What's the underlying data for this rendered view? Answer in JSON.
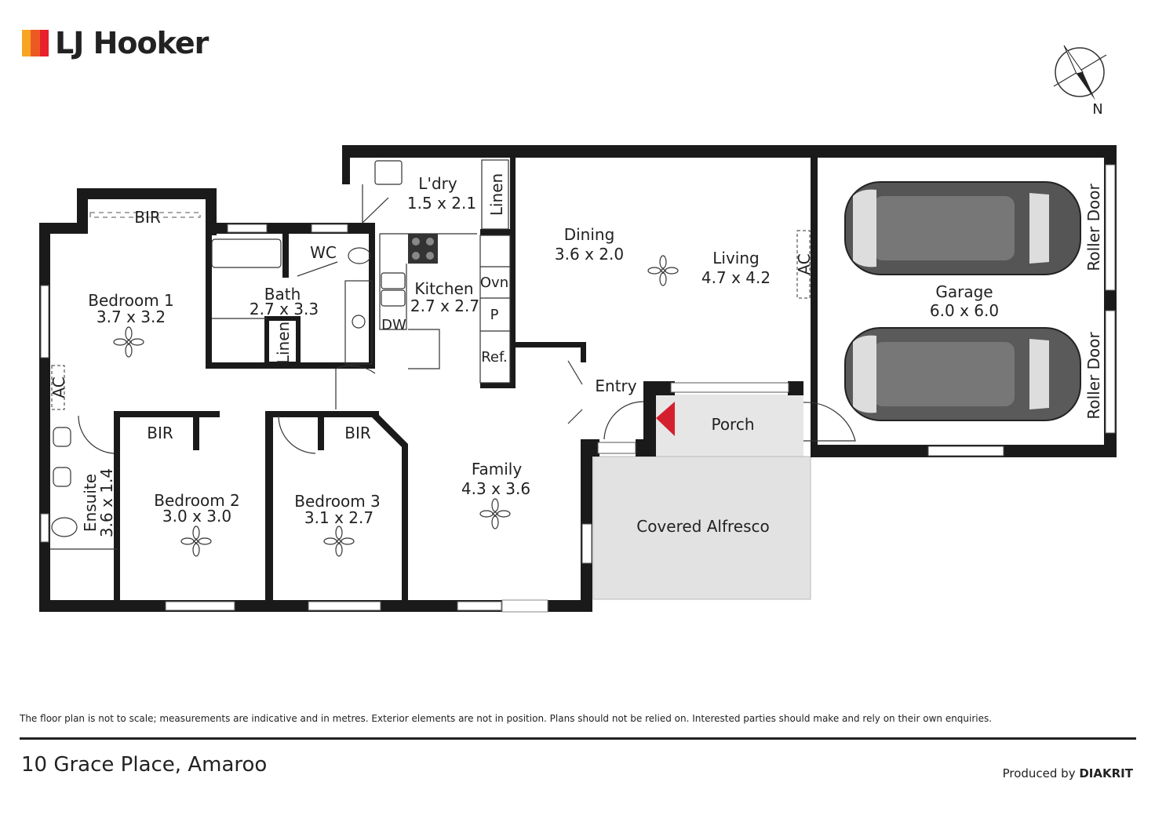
{
  "brand": {
    "name": "LJ Hooker",
    "logo_colors": [
      "#f7a520",
      "#ec5a24",
      "#e8212c"
    ]
  },
  "compass": {
    "label": "N"
  },
  "rooms": {
    "bedroom1": {
      "name": "Bedroom 1",
      "size": "3.7 x 3.2"
    },
    "bir1": {
      "name": "BIR"
    },
    "bath": {
      "name": "Bath",
      "size": "2.7 x 3.3"
    },
    "wc": {
      "name": "WC"
    },
    "linen_bath": {
      "name": "Linen"
    },
    "laundry": {
      "name": "L'dry",
      "size": "1.5 x 2.1"
    },
    "linen_laundry": {
      "name": "Linen"
    },
    "kitchen": {
      "name": "Kitchen",
      "size": "2.7 x 2.7"
    },
    "dw": {
      "name": "DW"
    },
    "oven": {
      "name": "Ovn"
    },
    "pantry": {
      "name": "P"
    },
    "fridge": {
      "name": "Ref."
    },
    "dining": {
      "name": "Dining",
      "size": "3.6 x 2.0"
    },
    "living": {
      "name": "Living",
      "size": "4.7 x 4.2"
    },
    "ac_living": {
      "name": "AC"
    },
    "ac_bed": {
      "name": "AC"
    },
    "garage": {
      "name": "Garage",
      "size": "6.0 x 6.0"
    },
    "roller_door_1": {
      "name": "Roller Door"
    },
    "roller_door_2": {
      "name": "Roller Door"
    },
    "entry": {
      "name": "Entry"
    },
    "porch": {
      "name": "Porch"
    },
    "ensuite": {
      "name": "Ensuite",
      "size": "3.6 x 1.4"
    },
    "bir2": {
      "name": "BIR"
    },
    "bedroom2": {
      "name": "Bedroom 2",
      "size": "3.0 x 3.0"
    },
    "bir3": {
      "name": "BIR"
    },
    "bedroom3": {
      "name": "Bedroom 3",
      "size": "3.1 x 2.7"
    },
    "family": {
      "name": "Family",
      "size": "4.3 x 3.6"
    },
    "alfresco": {
      "name": "Covered Alfresco"
    }
  },
  "colors": {
    "wall": "#1a1a1a",
    "porch_fill": "#e6e6e6",
    "alfresco_fill": "#e2e2e2",
    "car_body": "#555555",
    "entry_marker": "#d4202e"
  },
  "footer": {
    "disclaimer": "The floor plan is not to scale; measurements are indicative and in metres. Exterior elements are not in position. Plans should not be relied on. Interested parties should make and rely on their own enquiries.",
    "address": "10 Grace Place, Amaroo",
    "produced_by_prefix": "Produced by",
    "produced_by_brand": "DIAKRIT"
  }
}
